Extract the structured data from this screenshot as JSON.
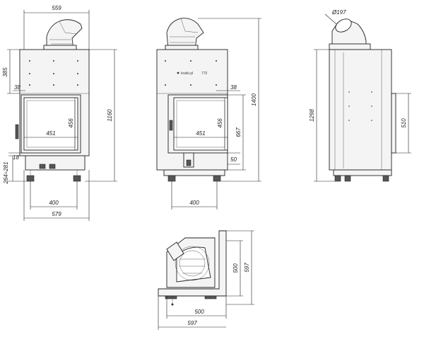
{
  "brand": "kratki.pl",
  "brand_suffix": "770",
  "front": {
    "dims": {
      "top_width": "559",
      "upper_height": "385",
      "side_offset": "38",
      "window_height": "456",
      "window_width": "451",
      "bottom_offset": "18",
      "foot_range": "264÷281",
      "total_height": "1160",
      "foot_spacing": "400",
      "base_width": "579"
    }
  },
  "side_front": {
    "dims": {
      "offset": "38",
      "window_height": "456",
      "window_width": "451",
      "to_window": "667",
      "total_height": "1400",
      "bottom": "50",
      "foot_spacing": "400"
    }
  },
  "side": {
    "dims": {
      "pipe_diameter": "Ø197",
      "height": "1298",
      "depth_right": "510"
    }
  },
  "plan": {
    "dims": {
      "inner_height": "500",
      "outer_height": "597",
      "inner_width": "500",
      "outer_width": "597"
    }
  }
}
